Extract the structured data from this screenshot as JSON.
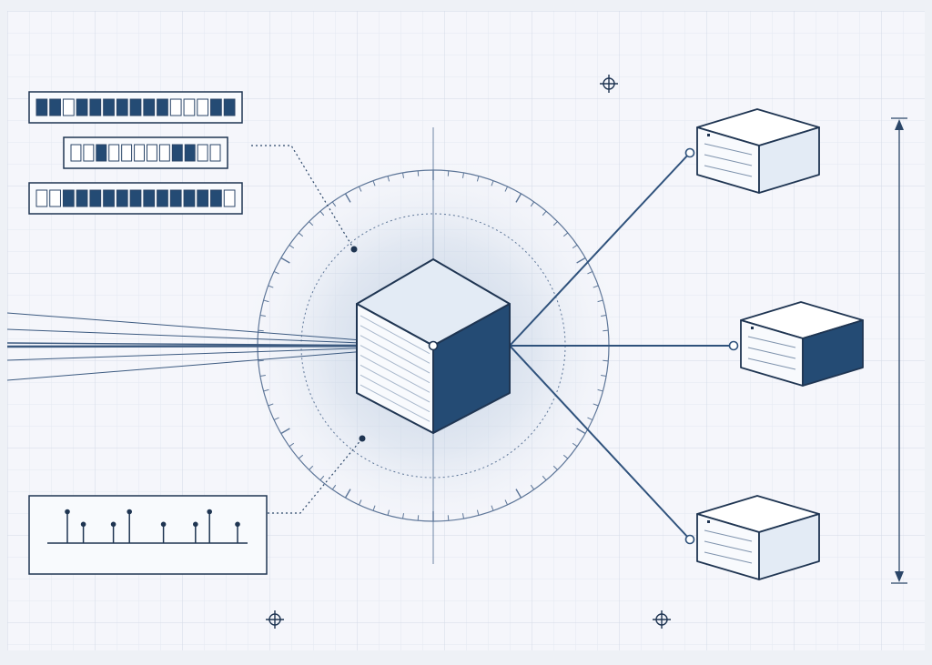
{
  "colors": {
    "background": "#eef1f6",
    "paper": "#f5f6fb",
    "grid_minor": "#e3e8f1",
    "grid_major": "#d3dae7",
    "ink": "#2b4668",
    "accent_navy": "#244b74",
    "face_light": "#e3ebf5",
    "face_white": "#f8fafd",
    "glow": "#b9c9de"
  },
  "icons": {
    "registration_mark": "crosshair-icon",
    "hub": "cube-icon",
    "node": "server-box-icon",
    "dimension": "double-arrow-icon"
  },
  "status_bars": [
    {
      "segments": [
        1,
        1,
        0,
        1,
        1,
        1,
        1,
        1,
        1,
        1,
        0,
        0,
        0,
        1,
        1
      ]
    },
    {
      "segments": [
        0,
        0,
        1,
        0,
        0,
        0,
        0,
        0,
        1,
        1,
        0,
        0
      ]
    },
    {
      "segments": [
        0,
        0,
        1,
        1,
        1,
        1,
        1,
        1,
        1,
        1,
        1,
        1,
        1,
        1,
        0
      ]
    }
  ],
  "signal_chart": {
    "stems": [
      0.75,
      0.45,
      0.45,
      0.75,
      0.45,
      0.45,
      0.75,
      0.45
    ],
    "x_positions": [
      0.1,
      0.18,
      0.33,
      0.41,
      0.58,
      0.74,
      0.81,
      0.95
    ]
  },
  "nodes": [
    {
      "id": "node-top",
      "side_dark": false
    },
    {
      "id": "node-middle",
      "side_dark": true
    },
    {
      "id": "node-bottom",
      "side_dark": false
    }
  ]
}
